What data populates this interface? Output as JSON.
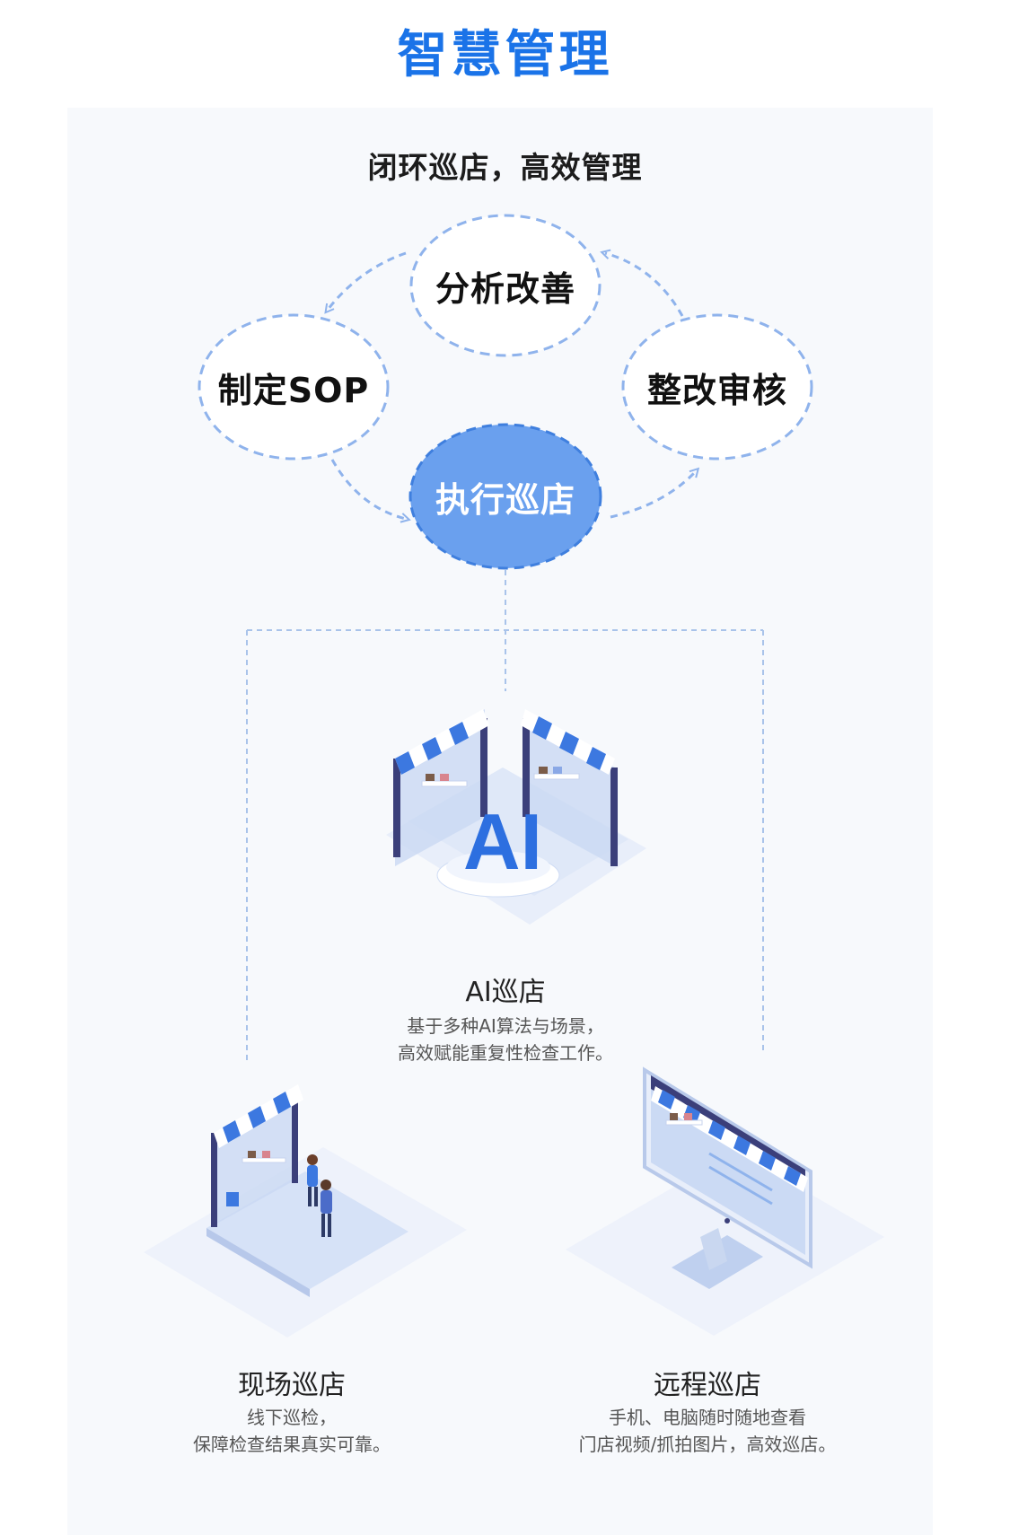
{
  "header": {
    "title": "智慧管理"
  },
  "panel": {
    "subtitle": "闭环巡店，高效管理"
  },
  "cycle": {
    "analyze": "分析改善",
    "define": "制定SOP",
    "rectify": "整改审核",
    "execute": "执行巡店"
  },
  "scenes": {
    "ai": {
      "title": "AI巡店",
      "badge": "AI",
      "desc_line1": "基于多种AI算法与场景，",
      "desc_line2": "高效赋能重复性检查工作。"
    },
    "onsite": {
      "title": "现场巡店",
      "desc_line1": "线下巡检，",
      "desc_line2": "保障检查结果真实可靠。"
    },
    "remote": {
      "title": "远程巡店",
      "desc_line1": "手机、电脑随时随地查看",
      "desc_line2": "门店视频/抓拍图片，高效巡店。"
    }
  },
  "colors": {
    "brand_blue": "#1a73e8",
    "dash_blue": "#8fb3ec",
    "active_fill": "#6aa0ee",
    "panel_bg": "#f7f9fc"
  },
  "icons": [
    "ai-store-illustration",
    "onsite-store-illustration",
    "remote-monitor-illustration"
  ]
}
